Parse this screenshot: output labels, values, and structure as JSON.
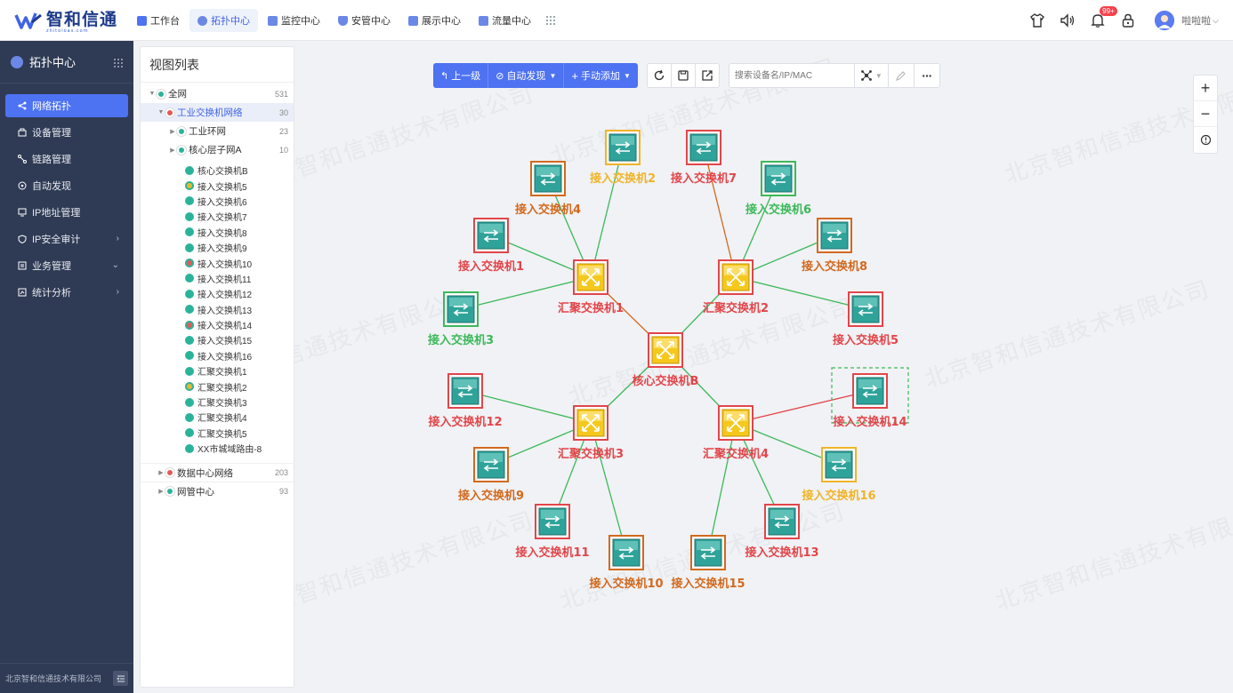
{
  "app": {
    "logo_text": "智和信通",
    "logo_sub": "zhitoloas.com"
  },
  "nav": [
    {
      "label": "工作台",
      "active": false
    },
    {
      "label": "拓扑中心",
      "active": true
    },
    {
      "label": "监控中心",
      "active": false
    },
    {
      "label": "安管中心",
      "active": false
    },
    {
      "label": "展示中心",
      "active": false
    },
    {
      "label": "流量中心",
      "active": false
    }
  ],
  "header": {
    "badge": "99+",
    "user": "啦啦啦"
  },
  "sidebar": {
    "title": "拓扑中心",
    "items": [
      {
        "label": "网络拓扑",
        "active": true,
        "arrow": ""
      },
      {
        "label": "设备管理",
        "active": false,
        "arrow": ""
      },
      {
        "label": "链路管理",
        "active": false,
        "arrow": ""
      },
      {
        "label": "自动发现",
        "active": false,
        "arrow": ""
      },
      {
        "label": "IP地址管理",
        "active": false,
        "arrow": ""
      },
      {
        "label": "IP安全审计",
        "active": false,
        "arrow": "›"
      },
      {
        "label": "业务管理",
        "active": false,
        "arrow": "⌄"
      },
      {
        "label": "统计分析",
        "active": false,
        "arrow": "›"
      }
    ],
    "footer": "北京智和信通技术有限公司"
  },
  "tree": {
    "title": "视图列表",
    "root": {
      "label": "全网",
      "count": "531"
    },
    "group1": {
      "label": "工业交换机网络",
      "count": "30"
    },
    "sub1": {
      "label": "工业环网",
      "count": "23"
    },
    "sub2": {
      "label": "核心层子网A",
      "count": "10"
    },
    "leaves": [
      {
        "label": "核心交换机B",
        "color": "#2bb39a"
      },
      {
        "label": "接入交换机5",
        "color": "#e8b82e"
      },
      {
        "label": "接入交换机6",
        "color": "#2bb39a"
      },
      {
        "label": "接入交换机7",
        "color": "#2bb39a"
      },
      {
        "label": "接入交换机8",
        "color": "#2bb39a"
      },
      {
        "label": "接入交换机9",
        "color": "#2bb39a"
      },
      {
        "label": "接入交换机10",
        "color": "#e05c5c"
      },
      {
        "label": "接入交换机11",
        "color": "#2bb39a"
      },
      {
        "label": "接入交换机12",
        "color": "#2bb39a"
      },
      {
        "label": "接入交换机13",
        "color": "#2bb39a"
      },
      {
        "label": "接入交换机14",
        "color": "#e05c5c"
      },
      {
        "label": "接入交换机15",
        "color": "#2bb39a"
      },
      {
        "label": "接入交换机16",
        "color": "#2bb39a"
      },
      {
        "label": "汇聚交换机1",
        "color": "#2bb39a"
      },
      {
        "label": "汇聚交换机2",
        "color": "#e8b82e"
      },
      {
        "label": "汇聚交换机3",
        "color": "#2bb39a"
      },
      {
        "label": "汇聚交换机4",
        "color": "#2bb39a"
      },
      {
        "label": "汇聚交换机5",
        "color": "#2bb39a"
      },
      {
        "label": "XX市城域路由-8",
        "color": "#2bb39a"
      }
    ],
    "group2": {
      "label": "数据中心网络",
      "count": "203"
    },
    "group3": {
      "label": "网管中心",
      "count": "93"
    }
  },
  "toolbar": {
    "up": "上一级",
    "auto": "自动发现",
    "manual": "手动添加",
    "search_placeholder": "搜索设备名/IP/MAC"
  },
  "watermark": "北京智和信通技术有限公司",
  "topology": {
    "nodes": [
      {
        "id": "core",
        "label": "核心交换机B",
        "kind": "core",
        "status": "#e8b82e",
        "color": "#e2454a"
      },
      {
        "id": "agg1",
        "label": "汇聚交换机1",
        "kind": "agg",
        "color": "#e2454a"
      },
      {
        "id": "agg2",
        "label": "汇聚交换机2",
        "kind": "agg",
        "color": "#e2454a"
      },
      {
        "id": "agg3",
        "label": "汇聚交换机3",
        "kind": "agg",
        "color": "#e2454a"
      },
      {
        "id": "agg4",
        "label": "汇聚交换机4",
        "kind": "agg",
        "color": "#e2454a"
      },
      {
        "id": "a1",
        "label": "接入交换机1",
        "kind": "acc",
        "color": "#e2454a"
      },
      {
        "id": "a2",
        "label": "接入交换机2",
        "kind": "acc",
        "color": "#f0b429"
      },
      {
        "id": "a3",
        "label": "接入交换机3",
        "kind": "acc",
        "color": "#3db85a"
      },
      {
        "id": "a4",
        "label": "接入交换机4",
        "kind": "acc",
        "color": "#d2691e"
      },
      {
        "id": "a5",
        "label": "接入交换机5",
        "kind": "acc",
        "color": "#e2454a"
      },
      {
        "id": "a6",
        "label": "接入交换机6",
        "kind": "acc",
        "color": "#3db85a"
      },
      {
        "id": "a7",
        "label": "接入交换机7",
        "kind": "acc",
        "color": "#e2454a"
      },
      {
        "id": "a8",
        "label": "接入交换机8",
        "kind": "acc",
        "color": "#d2691e"
      },
      {
        "id": "a9",
        "label": "接入交换机9",
        "kind": "acc",
        "color": "#d2691e"
      },
      {
        "id": "a10",
        "label": "接入交换机10",
        "kind": "acc",
        "color": "#d2691e"
      },
      {
        "id": "a11",
        "label": "接入交换机11",
        "kind": "acc",
        "color": "#e2454a"
      },
      {
        "id": "a12",
        "label": "接入交换机12",
        "kind": "acc",
        "color": "#e2454a"
      },
      {
        "id": "a13",
        "label": "接入交换机13",
        "kind": "acc",
        "color": "#e2454a"
      },
      {
        "id": "a14",
        "label": "接入交换机14",
        "kind": "acc",
        "color": "#e2454a",
        "selected": true
      },
      {
        "id": "a15",
        "label": "接入交换机15",
        "kind": "acc",
        "color": "#d2691e"
      },
      {
        "id": "a16",
        "label": "接入交换机16",
        "kind": "acc",
        "color": "#f0b429"
      }
    ],
    "links": [
      {
        "from": "core",
        "to": "agg1",
        "color": "#d2691e"
      },
      {
        "from": "core",
        "to": "agg2",
        "color": "#3db85a"
      },
      {
        "from": "core",
        "to": "agg3",
        "color": "#3db85a"
      },
      {
        "from": "core",
        "to": "agg4",
        "color": "#3db85a"
      },
      {
        "from": "agg1",
        "to": "a1",
        "color": "#3db85a"
      },
      {
        "from": "agg1",
        "to": "a2",
        "color": "#3db85a"
      },
      {
        "from": "agg1",
        "to": "a3",
        "color": "#3db85a"
      },
      {
        "from": "agg1",
        "to": "a4",
        "color": "#3db85a"
      },
      {
        "from": "agg2",
        "to": "a5",
        "color": "#3db85a"
      },
      {
        "from": "agg2",
        "to": "a6",
        "color": "#3db85a"
      },
      {
        "from": "agg2",
        "to": "a7",
        "color": "#d2691e"
      },
      {
        "from": "agg2",
        "to": "a8",
        "color": "#3db85a"
      },
      {
        "from": "agg3",
        "to": "a9",
        "color": "#3db85a"
      },
      {
        "from": "agg3",
        "to": "a10",
        "color": "#3db85a"
      },
      {
        "from": "agg3",
        "to": "a11",
        "color": "#3db85a"
      },
      {
        "from": "agg3",
        "to": "a12",
        "color": "#3db85a"
      },
      {
        "from": "agg4",
        "to": "a13",
        "color": "#3db85a"
      },
      {
        "from": "agg4",
        "to": "a14",
        "color": "#e2454a"
      },
      {
        "from": "agg4",
        "to": "a15",
        "color": "#3db85a"
      },
      {
        "from": "agg4",
        "to": "a16",
        "color": "#3db85a"
      }
    ]
  }
}
